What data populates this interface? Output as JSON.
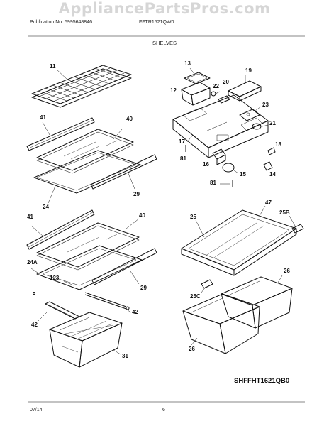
{
  "watermark": "AppliancePartsPros.com",
  "header": {
    "publication": "Publication No: 5995648846",
    "model": "FFTR1521QW0",
    "section_title": "SHELVES"
  },
  "callouts": {
    "p11": "11",
    "p41a": "41",
    "p40a": "40",
    "p29a": "29",
    "p24": "24",
    "p41b": "41",
    "p40b": "40",
    "p24a": "24A",
    "p123": "123",
    "p29b": "29",
    "p42a": "42",
    "p42b": "42",
    "p31": "31",
    "p13": "13",
    "p12": "12",
    "p22": "22",
    "p20": "20",
    "p19": "19",
    "p23": "23",
    "p21": "21",
    "p17": "17",
    "p18": "18",
    "p81a": "81",
    "p16": "16",
    "p15": "15",
    "p14": "14",
    "p81b": "81",
    "p25": "25",
    "p47": "47",
    "p25b": "25B",
    "p25c": "25C",
    "p26a": "26",
    "p26b": "26"
  },
  "drawing_code": "SHFFHT1621QB0",
  "footer": {
    "date": "07/14",
    "page": "6"
  }
}
